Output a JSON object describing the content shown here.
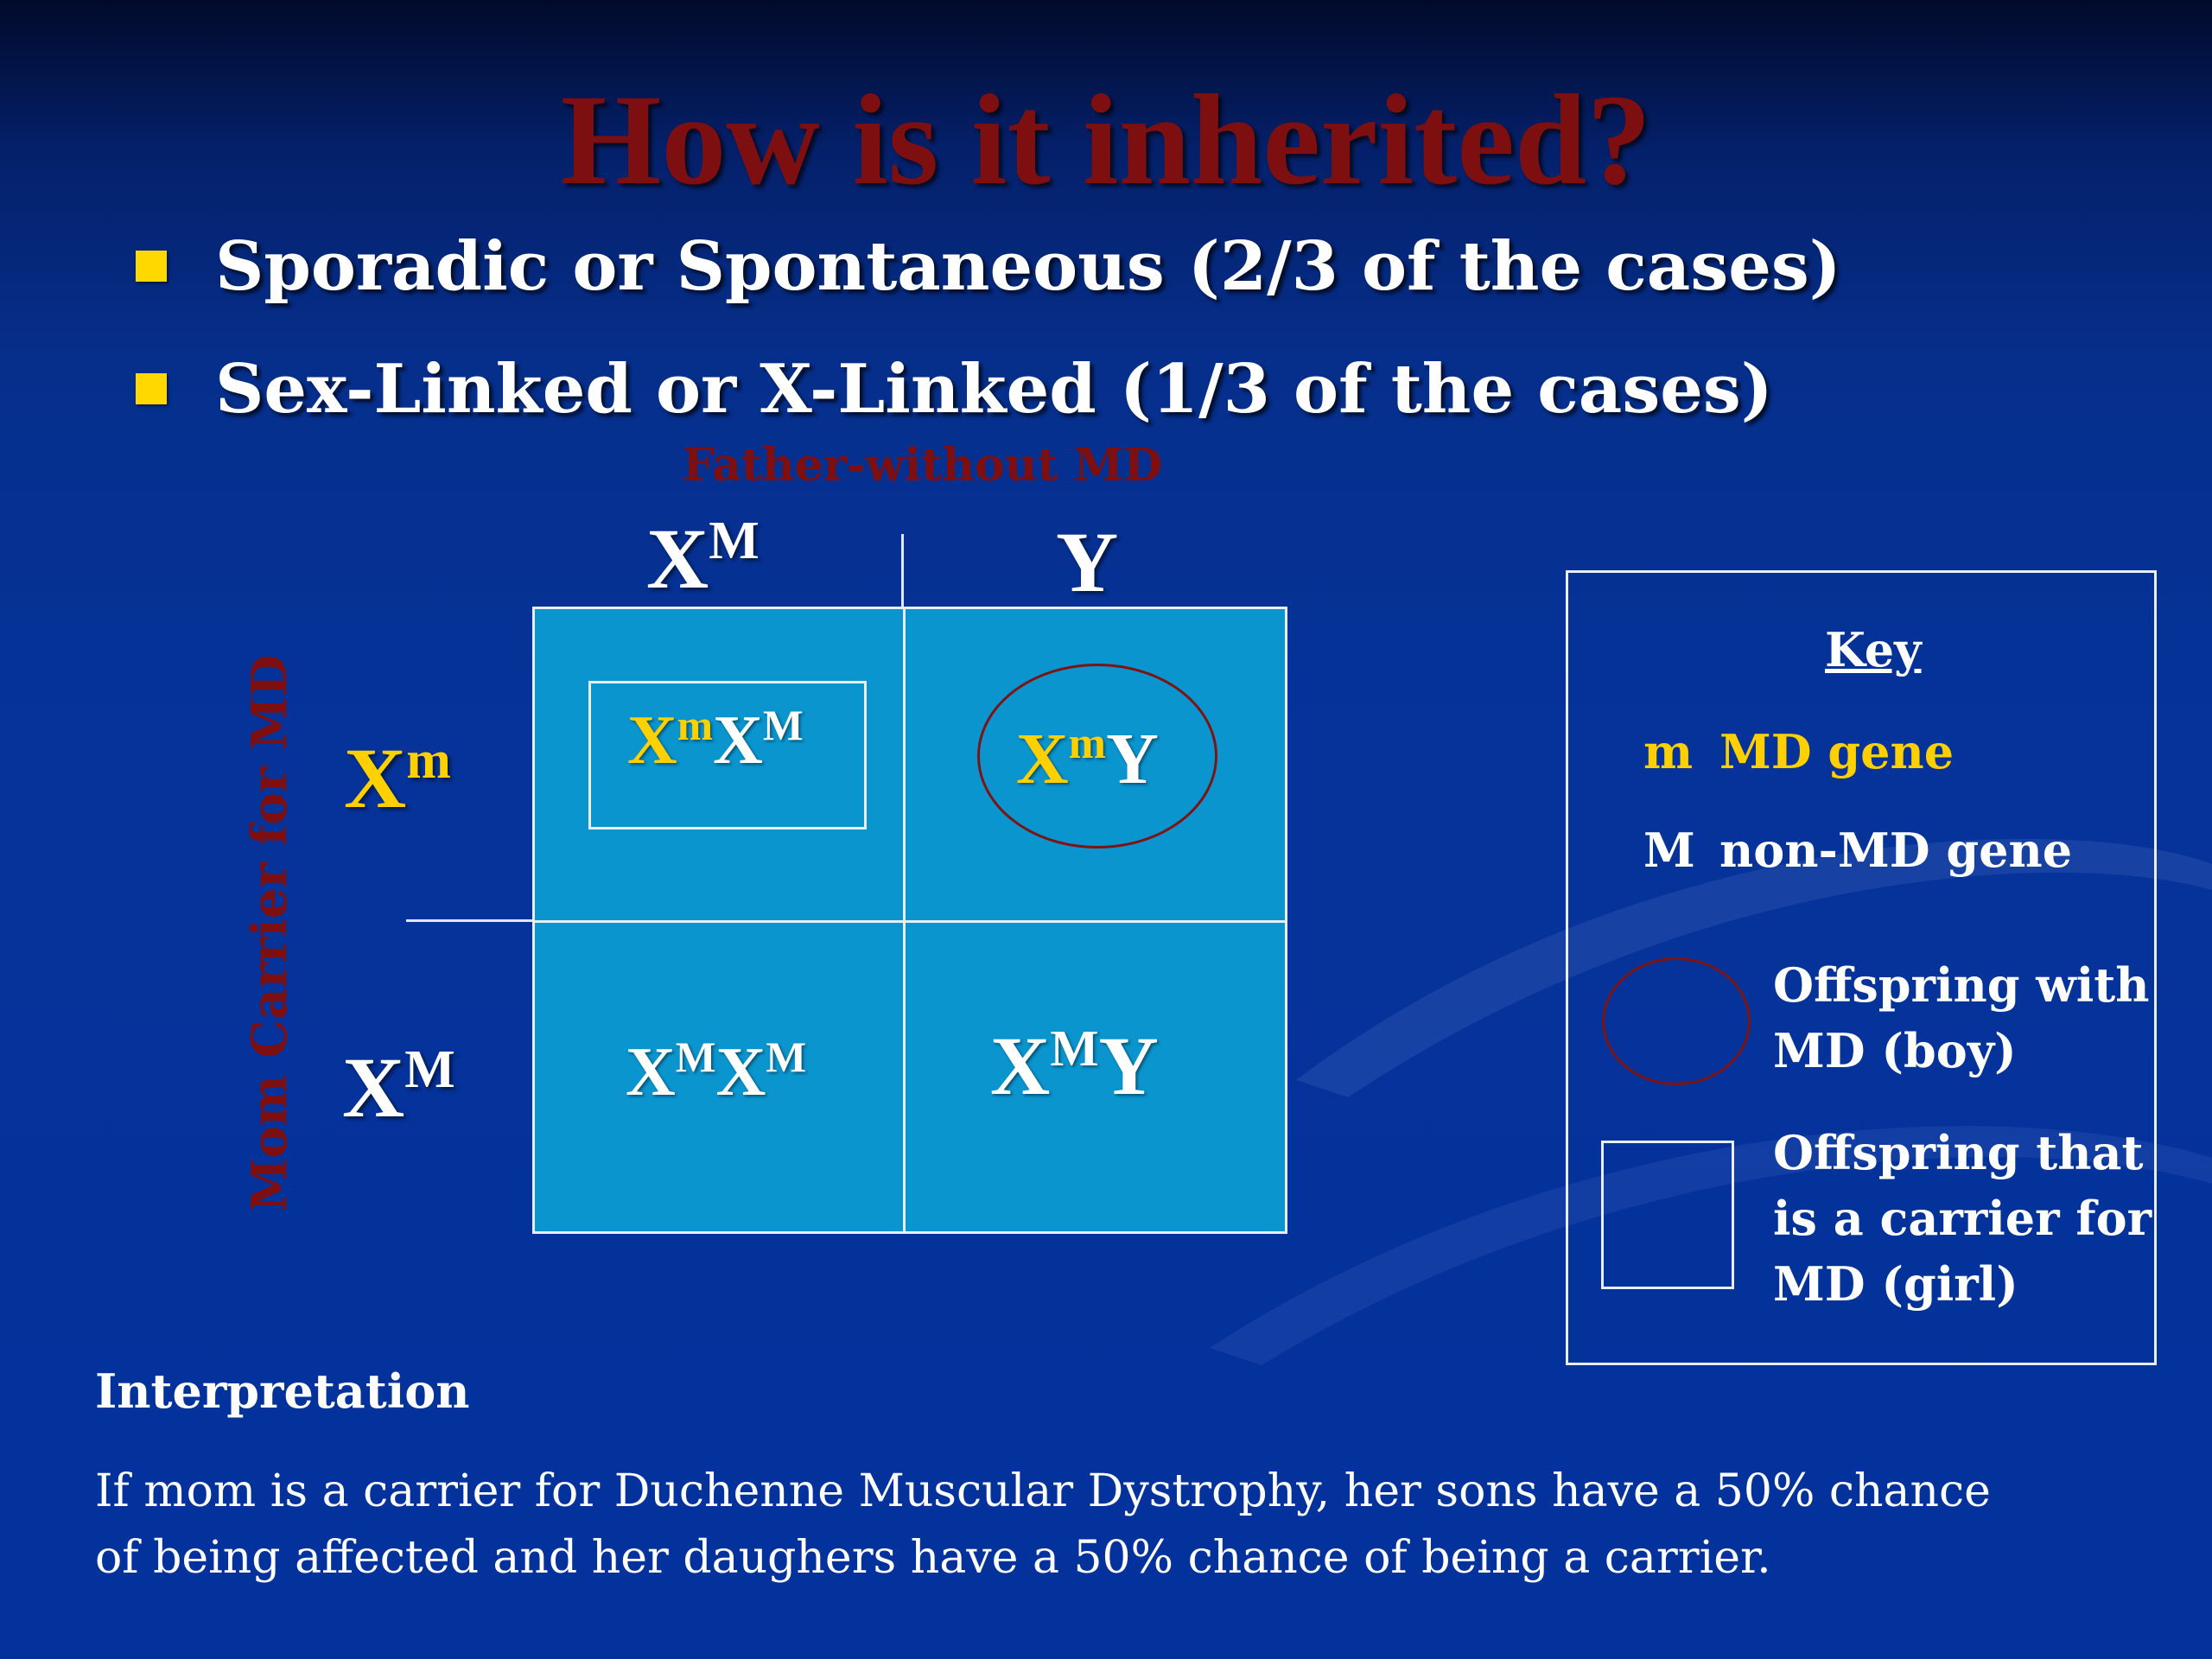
{
  "slide": {
    "title": "How is it inherited?",
    "bullets": [
      "Sporadic or Spontaneous (2/3 of the cases)",
      "Sex-Linked or X-Linked (1/3 of the cases)"
    ]
  },
  "punnett": {
    "father_label": "Father-without MD",
    "mother_label": "Mom Carrier for MD",
    "columns": [
      {
        "base": "X",
        "sup": "M"
      },
      {
        "base": "Y",
        "sup": ""
      }
    ],
    "rows": [
      {
        "base": "X",
        "sup": "m"
      },
      {
        "base": "X",
        "sup": "M"
      }
    ],
    "cells": {
      "r1c1": {
        "a": "X",
        "a_sup": "m",
        "b": "X",
        "b_sup": "M",
        "marker": "carrier"
      },
      "r1c2": {
        "a": "X",
        "a_sup": "m",
        "b": "Y",
        "marker": "affected"
      },
      "r2c1": {
        "a": "X",
        "a_sup": "M",
        "b": "X",
        "b_sup": "M"
      },
      "r2c2": {
        "a": "X",
        "a_sup": "M",
        "b": "Y"
      }
    }
  },
  "key": {
    "title": "Key",
    "m_letter": "m",
    "m_desc": "MD gene",
    "M_letter": "M",
    "M_desc": "non-MD gene",
    "affected_lines": [
      "Offspring with",
      "MD (boy)"
    ],
    "carrier_lines": [
      "Offspring that",
      "is a carrier for",
      "MD (girl)"
    ]
  },
  "interpretation": {
    "heading": "Interpretation",
    "body": "If mom is a carrier for Duchenne Muscular Dystrophy, her sons have a 50% chance of being affected and her daughers have a 50% chance of being a carrier."
  },
  "colors": {
    "title": "#7d0f10",
    "bullet": "#ffd800",
    "md_allele": "#ffd000",
    "grid_fill": "#0a95cf",
    "affected_ring": "#7d1414"
  }
}
